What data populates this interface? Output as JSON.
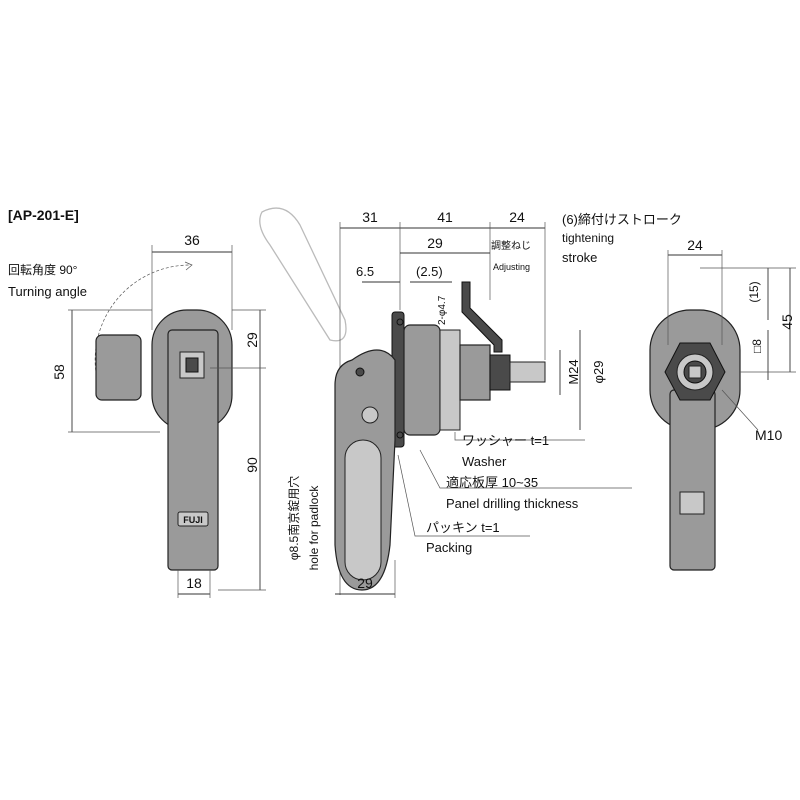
{
  "model": "[AP-201-E]",
  "front_view": {
    "rotation_label_jp": "回転角度 90°",
    "rotation_label_en": "Turning angle",
    "dim_width_top": "36",
    "dim_height_left": "58",
    "dim_upper": "29",
    "dim_lower": "90",
    "dim_handle_width": "18",
    "logo": "FUJI"
  },
  "side_view": {
    "dim_31": "31",
    "dim_41": "41",
    "dim_24": "24",
    "dim_29": "29",
    "dim_6_5": "6.5",
    "dim_2_5": "(2.5)",
    "dim_phi_4_7": "2-φ4.7",
    "adjust_jp": "調整ねじ",
    "adjust_en": "Adjusting",
    "m24": "M24",
    "phi29": "φ29",
    "bottom_29": "29",
    "padlock_jp": "φ8.5南京錠用穴",
    "padlock_en": "hole for padlock",
    "stroke_jp": "(6)締付けストローク",
    "stroke_en1": "tightening",
    "stroke_en2": "stroke",
    "washer_jp": "ワッシャー t=1",
    "washer_en": "Washer",
    "panel_jp": "適応板厚 10~35",
    "panel_en": "Panel drilling thickness",
    "packing_jp": "パッキン t=1",
    "packing_en": "Packing"
  },
  "rear_view": {
    "dim_24": "24",
    "dim_15": "(15)",
    "dim_45": "45",
    "dim_8": "□8",
    "m10": "M10"
  }
}
